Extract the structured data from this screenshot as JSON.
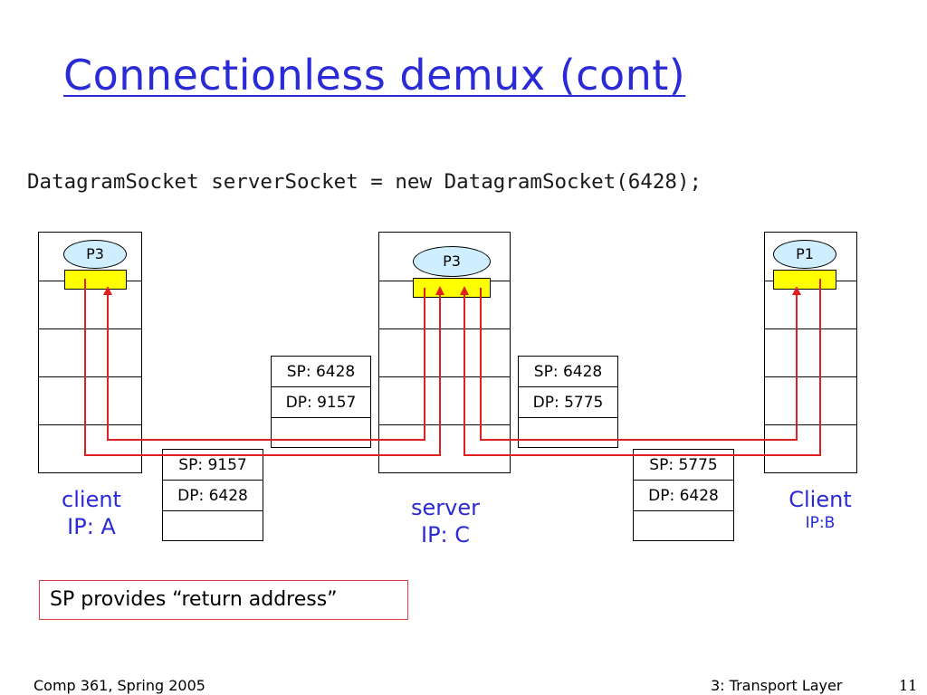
{
  "slide": {
    "title": "Connectionless demux (cont)",
    "code": "DatagramSocket serverSocket = new DatagramSocket(6428);",
    "note": "SP provides “return address”",
    "footer_left": "Comp 361, Spring 2005",
    "footer_right": "3: Transport Layer",
    "page_number": "11"
  },
  "hosts": {
    "client_a": {
      "process": "P3",
      "name": "client",
      "ip": "IP: A"
    },
    "server": {
      "process": "P3",
      "name": "server",
      "ip": "IP: C"
    },
    "client_b": {
      "process": "P1",
      "name": "Client",
      "ip": "IP:B"
    }
  },
  "segments": {
    "server_to_a": {
      "sp": "SP: 6428",
      "dp": "DP: 9157"
    },
    "server_to_b": {
      "sp": "SP: 6428",
      "dp": "DP: 5775"
    },
    "a_to_server": {
      "sp": "SP: 9157",
      "dp": "DP: 6428"
    },
    "b_to_server": {
      "sp": "SP: 5775",
      "dp": "DP: 6428"
    }
  },
  "colors": {
    "title": "#2a2ad6",
    "flow": "#e02020",
    "process": "#ffff00",
    "oval": "#cfeeff"
  }
}
